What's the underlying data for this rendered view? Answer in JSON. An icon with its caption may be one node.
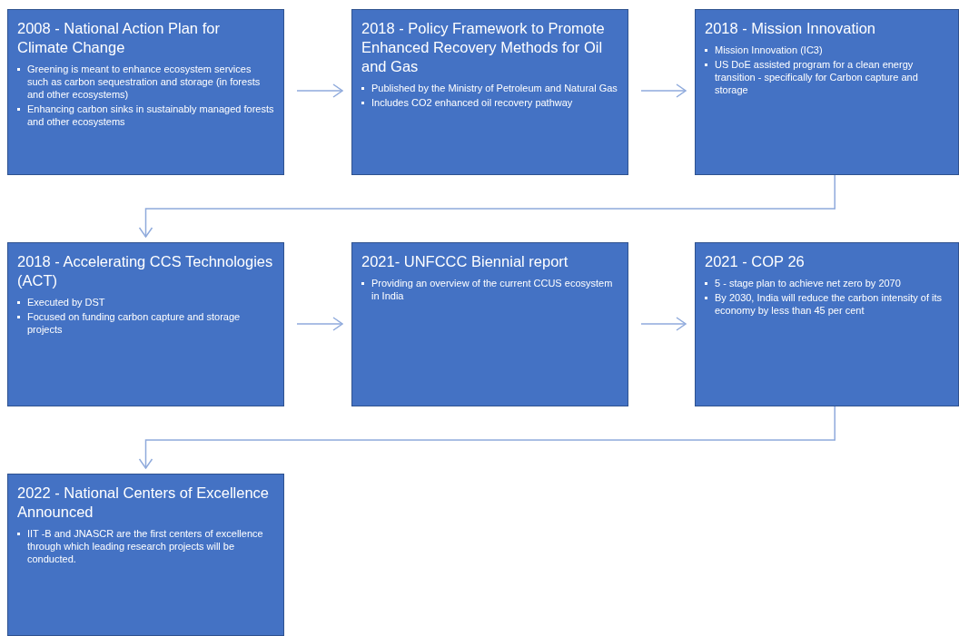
{
  "diagram": {
    "nodes": [
      {
        "text": [
          "2008 - National Action Plan for Climate Change",
          "Greening is meant to enhance ecosystem services such as carbon sequestration and storage (in forests and other ecosystems)",
          "Enhancing carbon sinks in sustainably managed forests and other ecosystems"
        ]
      },
      {
        "text": [
          "2018 - Policy Framework to Promote Enhanced Recovery Methods for Oil and Gas",
          "Published by the Ministry of Petroleum and Natural Gas",
          "Includes CO2 enhanced oil recovery pathway"
        ]
      },
      {
        "text": [
          "2018 - Mission Innovation",
          "Mission Innovation (IC3)",
          "US DoE assisted program for a clean energy transition - specifically for Carbon capture and storage"
        ]
      },
      {
        "text": [
          "2018 - Accelerating CCS Technologies (ACT)",
          "Executed by DST",
          "Focused on funding carbon capture and storage projects"
        ]
      },
      {
        "text": [
          "2021- UNFCCC Biennial report",
          "Providing an overview of the current CCUS ecosystem in India"
        ]
      },
      {
        "text": [
          "2021 - COP 26",
          "5 - stage plan to achieve net zero by 2070",
          "By 2030, India will reduce the carbon intensity of its economy by less than 45 per cent"
        ]
      },
      {
        "text": [
          "2022 - National Centers of Excellence Announced",
          "IIT -B and JNASCR are the first centers of excellence through which leading research projects will be conducted."
        ]
      }
    ],
    "edges": [
      {
        "from": 0,
        "to": 1,
        "arrow": "to"
      },
      {
        "from": 1,
        "to": 2,
        "arrow": "to"
      },
      {
        "from": 2,
        "to": 3,
        "arrow": "to"
      },
      {
        "from": 3,
        "to": 4,
        "arrow": "to"
      },
      {
        "from": 4,
        "to": 5,
        "arrow": "to"
      },
      {
        "from": 5,
        "to": 6,
        "arrow": "to"
      }
    ]
  }
}
